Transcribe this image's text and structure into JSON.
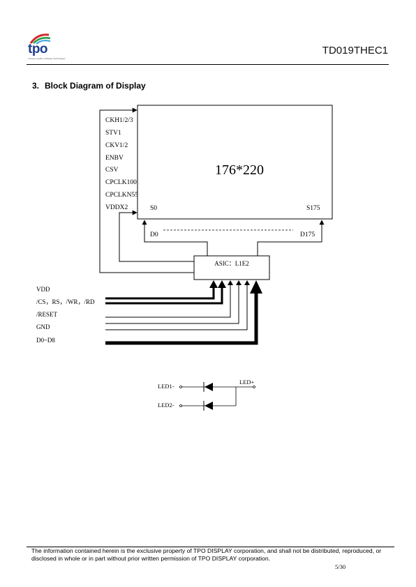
{
  "header": {
    "logo_text": "tpo",
    "logo_subtitle": "A Group Leader of Display Technologies",
    "doc_id": "TD019THEC1"
  },
  "section": {
    "number": "3.",
    "title": "Block Diagram of Display"
  },
  "diagram": {
    "display_resolution": "176*220",
    "panel_signals": [
      "CKH1/2/3",
      "STV1",
      "CKV1/2",
      "ENBV",
      "CSV",
      "CPCLK100",
      "CPCLKN55",
      "VDDX2"
    ],
    "source_start": "S0",
    "source_end": "S175",
    "data_start": "D0",
    "data_end": "D175",
    "asic_label": "ASIC：L1E2",
    "inputs": [
      "VDD",
      "/CS，RS，/WR，/RD",
      "/RESET",
      "GND",
      "D0~D8"
    ]
  },
  "led": {
    "led1": "LED1-",
    "led2": "LED2-",
    "led_plus": "LED+"
  },
  "footer": {
    "notice": "The information contained herein is the exclusive property of TPO DISPLAY corporation, and shall not be distributed, reproduced, or disclosed in whole or in part without prior written permission of TPO DISPLAY corporation.",
    "page": "5/30"
  },
  "colors": {
    "logo_blue": "#1f3f8f",
    "logo_red": "#d62828",
    "logo_green": "#2a9d4a",
    "logo_sky": "#3aa0e0"
  }
}
